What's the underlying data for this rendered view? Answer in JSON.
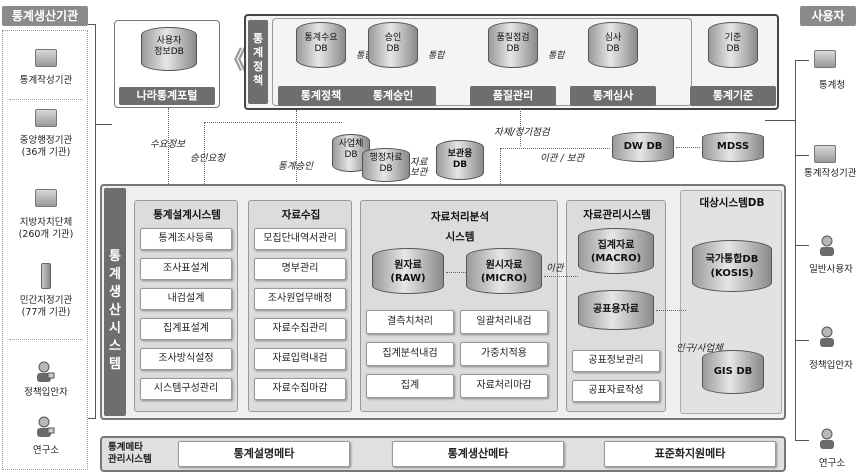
{
  "left": {
    "header": "통계생산기관",
    "items": [
      {
        "label": "통계작성기관",
        "icon": "building-icon"
      },
      {
        "label": "중앙행정기관\n(36개 기관)",
        "icon": "building-icon"
      },
      {
        "label": "지방자치단체\n(260개 기관)",
        "icon": "building-icon"
      },
      {
        "label": "민간지정기관\n(77개 기관)",
        "icon": "tower-icon"
      },
      {
        "label": "정책입안자",
        "icon": "person-icon"
      },
      {
        "label": "연구소",
        "icon": "person-icon"
      }
    ]
  },
  "right": {
    "header": "사용자",
    "items": [
      {
        "label": "통계청"
      },
      {
        "label": "통계작성기관"
      },
      {
        "label": "일반사용자"
      },
      {
        "label": "정책입안자"
      },
      {
        "label": "연구소"
      }
    ]
  },
  "top": {
    "portal_db": "사용자\n정보DB",
    "portal_title": "나라통계포털",
    "policy_label": "통계\n정책",
    "modules": [
      {
        "db": "통계수요\nDB",
        "title": "통계정책"
      },
      {
        "db": "승인\nDB",
        "title": "통계승인"
      },
      {
        "db": "품질점검\nDB",
        "title": "품질관리"
      },
      {
        "db": "심사\nDB",
        "title": "통계심사"
      },
      {
        "db": "기준\nDB",
        "title": "통계기준"
      }
    ],
    "integration": "통합"
  },
  "flows": {
    "demand": "수요정보",
    "approval_request": "승인요청",
    "approval": "통계승인",
    "self_check": "자체/정기점검",
    "transfer_save": "이관 / 보관",
    "data_save": "자료\n보관",
    "transfer": "이관",
    "micro_data": "인구/사업체"
  },
  "dbs": {
    "business_db": "사업체\nDB",
    "admin_db": "행정자료\nDB",
    "archive_db": "보관용\nDB",
    "dw_db": "DW DB",
    "mdss": "MDSS"
  },
  "system": {
    "title": "통계생산시스템",
    "design": {
      "title": "통계설계시스템",
      "items": [
        "통계조사등록",
        "조사표설계",
        "내검설계",
        "집계표설계",
        "조사방식설정",
        "시스템구성관리"
      ]
    },
    "collect": {
      "title": "자료수집",
      "items": [
        "모집단내역서관리",
        "명부관리",
        "조사원업무배정",
        "자료수집관리",
        "자료입력내검",
        "자료수집마감"
      ]
    },
    "process": {
      "title": "자료처리분석\n시스템",
      "raw": "원자료\n(RAW)",
      "micro": "원시자료\n(MICRO)",
      "items": [
        "결측치처리",
        "일괄처리내검",
        "집계분석내검",
        "가중치적용",
        "집계",
        "자료처리마감"
      ]
    },
    "manage": {
      "title": "자료관리시스템",
      "macro": "집계자료\n(MACRO)",
      "public": "공표용자료",
      "items": [
        "공표정보관리",
        "공표자료작성"
      ]
    },
    "target": {
      "title": "대상시스템DB",
      "kosis": "국가통합DB\n(KOSIS)",
      "gis": "GIS DB"
    }
  },
  "meta": {
    "label": "통계메타\n관리시스템",
    "items": [
      "통계설명메타",
      "통계생산메타",
      "표준화지원메타"
    ]
  },
  "colors": {
    "header": "#8a8a8a",
    "dark": "#6e6e6e",
    "panel": "#dcdcdc"
  }
}
